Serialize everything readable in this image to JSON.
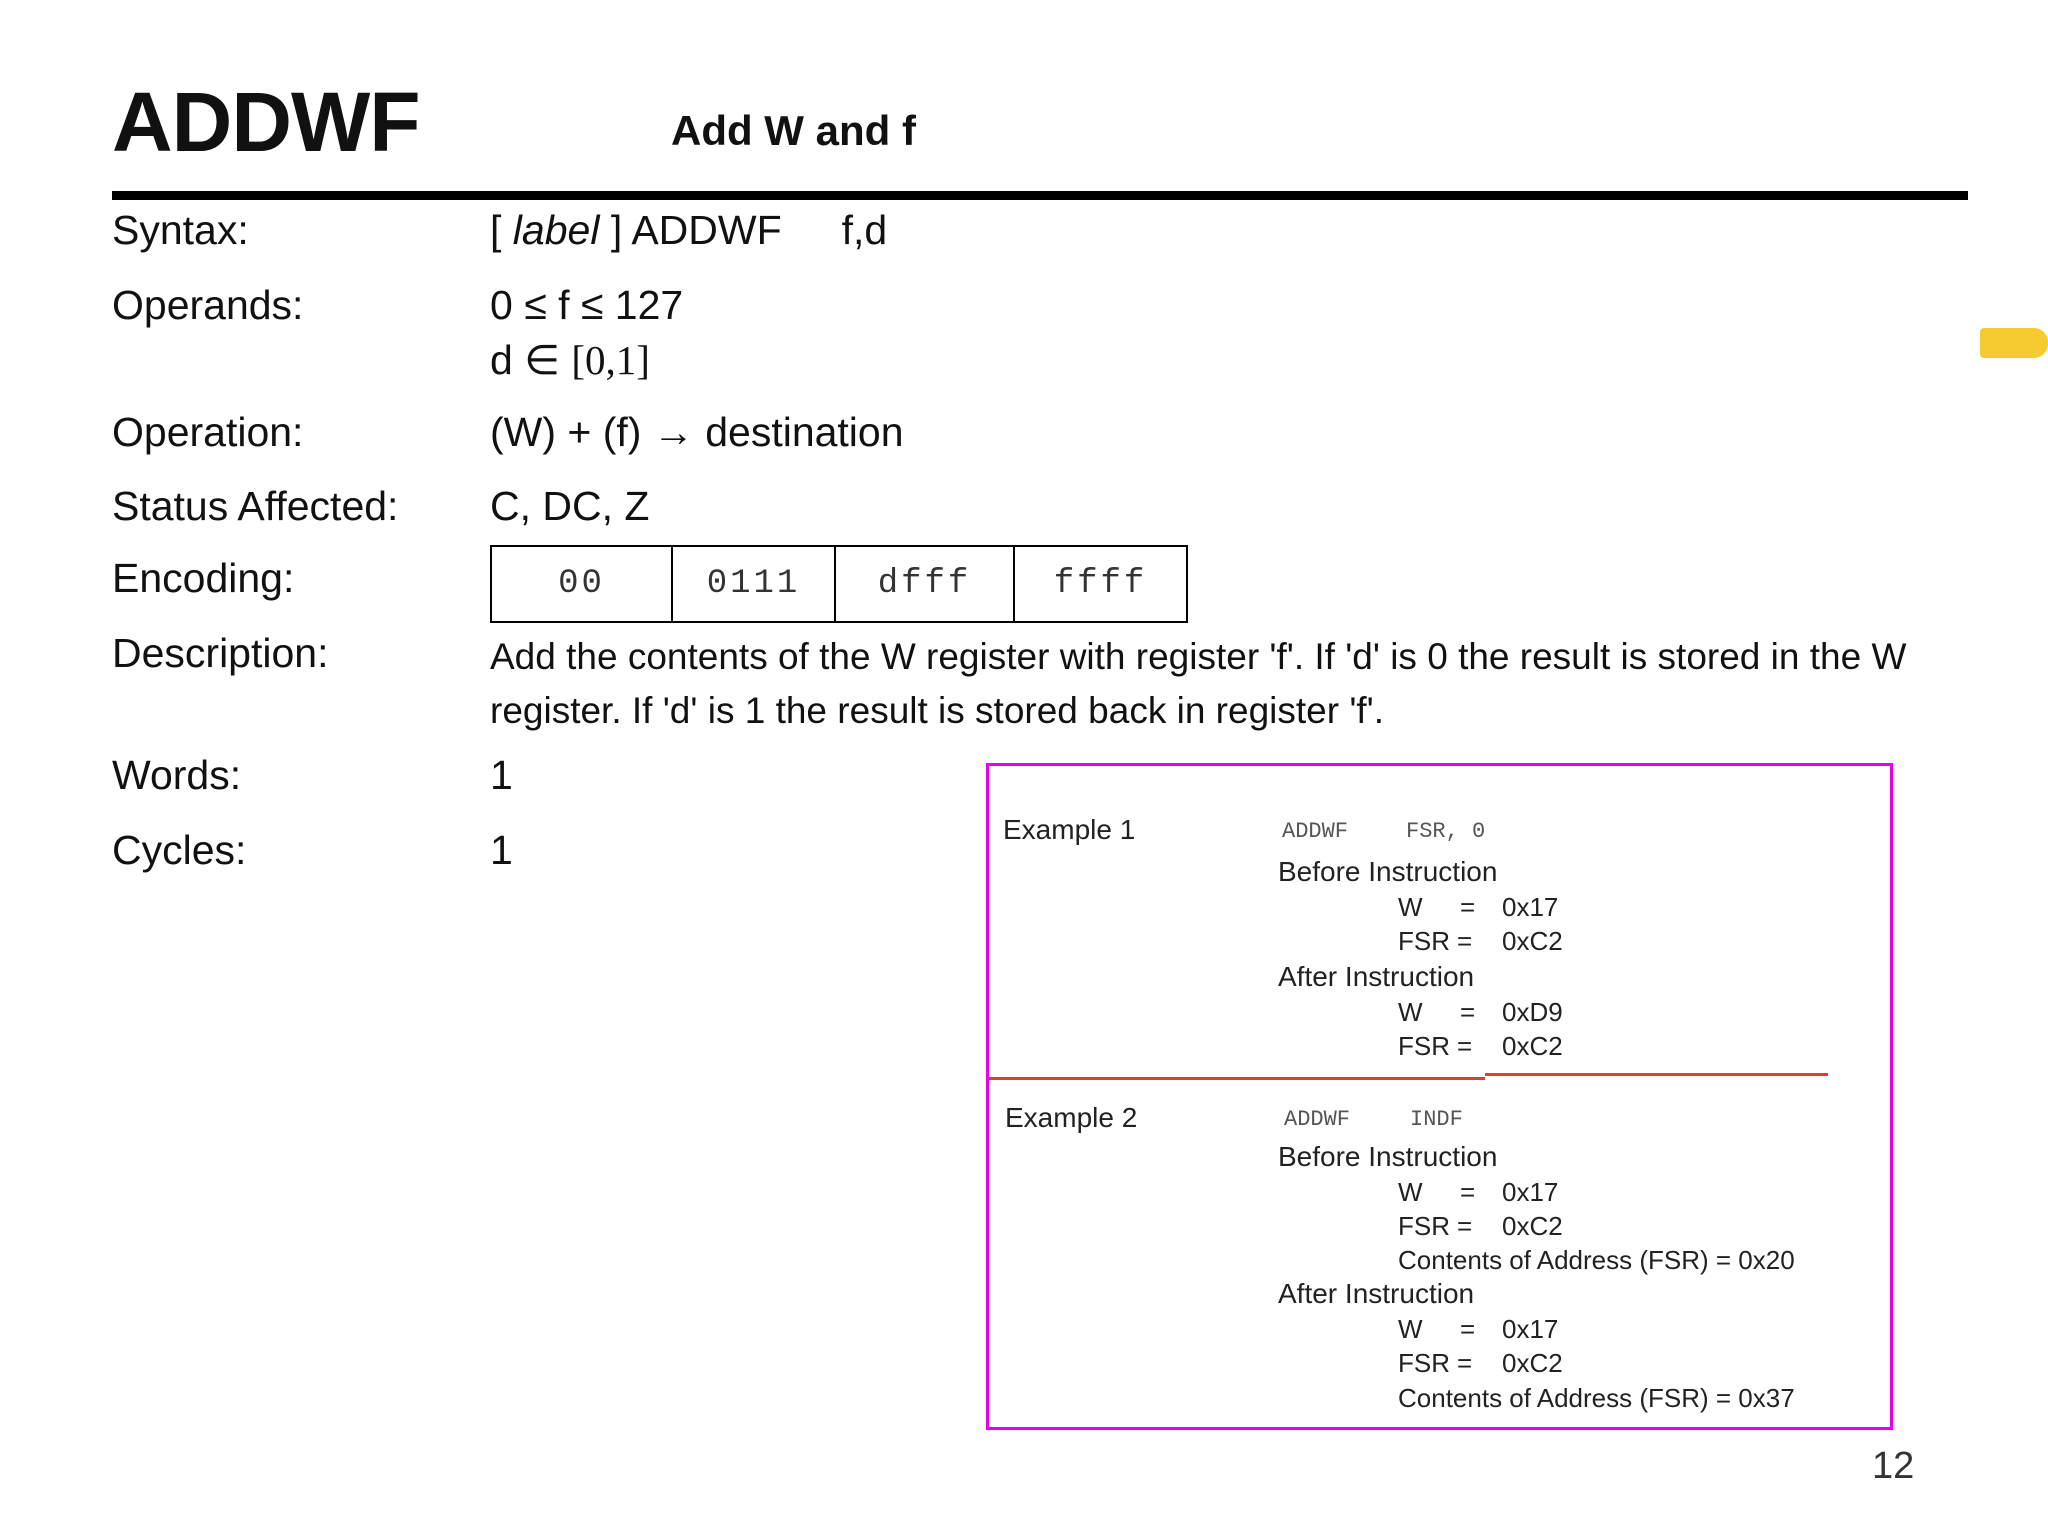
{
  "header": {
    "mnemonic": "ADDWF",
    "name": "Add W and f"
  },
  "fields": {
    "syntax_label": "Syntax:",
    "syntax_pre": "[ ",
    "syntax_label_word": "label",
    "syntax_post": " ] ADDWF",
    "syntax_args": "f,d",
    "operands_label": "Operands:",
    "operands_f": "0 ≤ f ≤ 127",
    "operands_d_prefix": "d ∈ ",
    "operands_d_set": "[0,1]",
    "operation_label": "Operation:",
    "operation": "(W) + (f) → destination",
    "status_label": "Status Affected:",
    "status": "C, DC, Z",
    "encoding_label": "Encoding:",
    "encoding": [
      "00",
      "0111",
      "dfff",
      "ffff"
    ],
    "description_label": "Description:",
    "description": "Add the contents of the W register with register 'f'. If 'd' is 0 the result is stored in the W register. If 'd' is 1 the result is stored back in register 'f'.",
    "words_label": "Words:",
    "words": "1",
    "cycles_label": "Cycles:",
    "cycles": "1"
  },
  "examples": [
    {
      "title": "Example 1",
      "instr_mnemonic": "ADDWF",
      "instr_args": "FSR, 0",
      "before_label": "Before Instruction",
      "before": [
        {
          "reg": "W",
          "eq": "=",
          "val": "0x17"
        },
        {
          "reg": "FSR",
          "eq": "=",
          "val": "0xC2"
        }
      ],
      "after_label": "After Instruction",
      "after": [
        {
          "reg": "W",
          "eq": "=",
          "val": "0xD9"
        },
        {
          "reg": "FSR",
          "eq": "=",
          "val": "0xC2"
        }
      ]
    },
    {
      "title": "Example 2",
      "instr_mnemonic": "ADDWF",
      "instr_args": "INDF",
      "before_label": "Before Instruction",
      "before": [
        {
          "reg": "W",
          "eq": "=",
          "val": "0x17"
        },
        {
          "reg": "FSR",
          "eq": "=",
          "val": "0xC2"
        }
      ],
      "before_note": "Contents of Address (FSR) = 0x20",
      "after_label": "After Instruction",
      "after": [
        {
          "reg": "W",
          "eq": "=",
          "val": "0x17"
        },
        {
          "reg": "FSR",
          "eq": "=",
          "val": "0xC2"
        }
      ],
      "after_note": "Contents of Address (FSR) = 0x37"
    }
  ],
  "page_number": "12",
  "colors": {
    "example_border": "#e800e8",
    "separator": "#e53935",
    "highlight": "#f5c518"
  }
}
